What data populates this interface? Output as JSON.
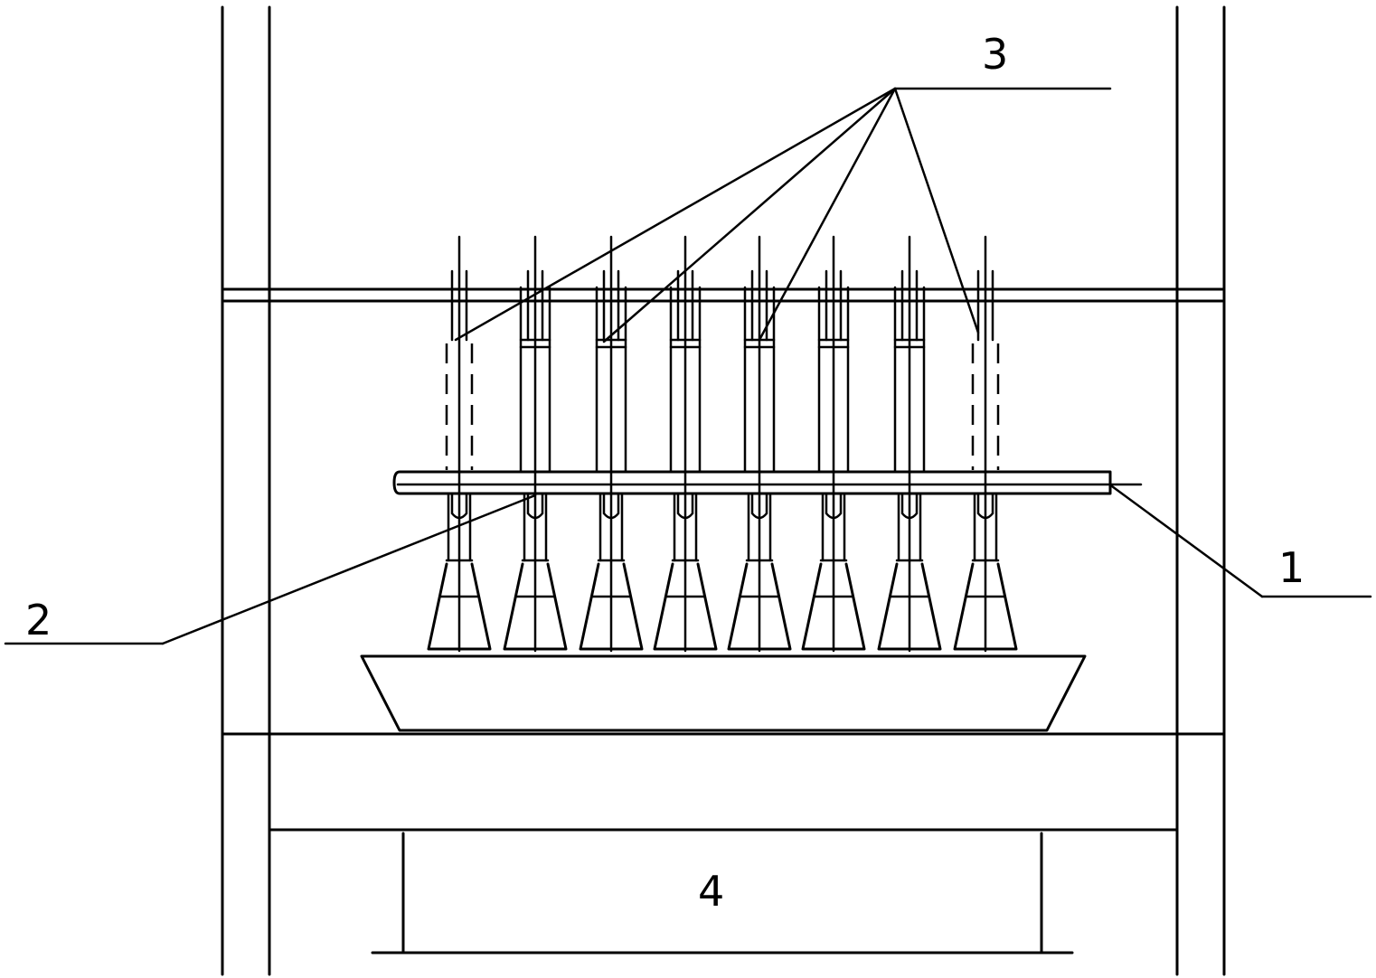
{
  "labels": {
    "part_1": "1",
    "part_2": "2",
    "part_3": "3",
    "part_4": "4"
  },
  "colors": {
    "stroke": "#000000",
    "background": "#ffffff"
  }
}
